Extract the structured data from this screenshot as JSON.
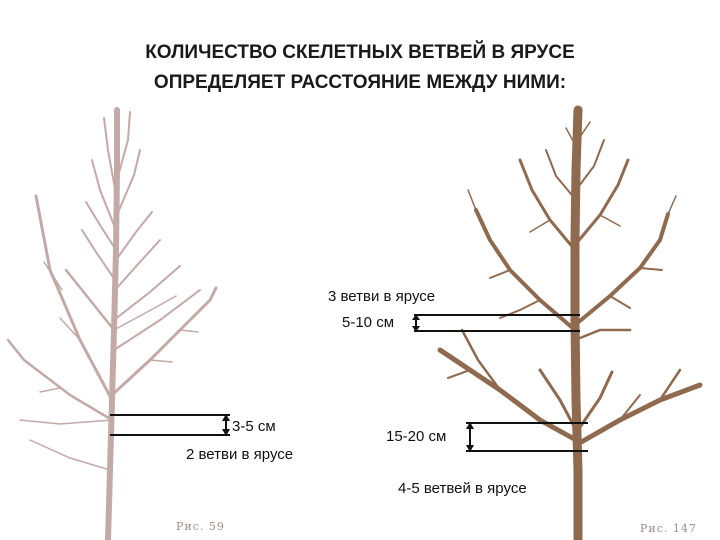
{
  "title": {
    "line1": "КОЛИЧЕСТВО СКЕЛЕТНЫХ ВЕТВЕЙ В ЯРУСЕ",
    "line2": "ОПРЕДЕЛЯЕТ РАССТОЯНИЕ МЕЖДУ НИМИ:"
  },
  "left_tree": {
    "distance_label": "3-5 см",
    "branches_label": "2 ветви в ярусе",
    "figure_caption": "Рис. 59"
  },
  "right_tree": {
    "branches_label_top": "3 ветви в ярусе",
    "distance_label_top": "5-10 см",
    "distance_label_bottom": "15-20 см",
    "branches_label_bottom": "4-5 ветвей в ярусе",
    "figure_caption": "Рис. 147"
  },
  "colors": {
    "young_tree": "#c3aaa6",
    "mature_tree": "#8f6a4e",
    "marker_lines": "#111111"
  }
}
